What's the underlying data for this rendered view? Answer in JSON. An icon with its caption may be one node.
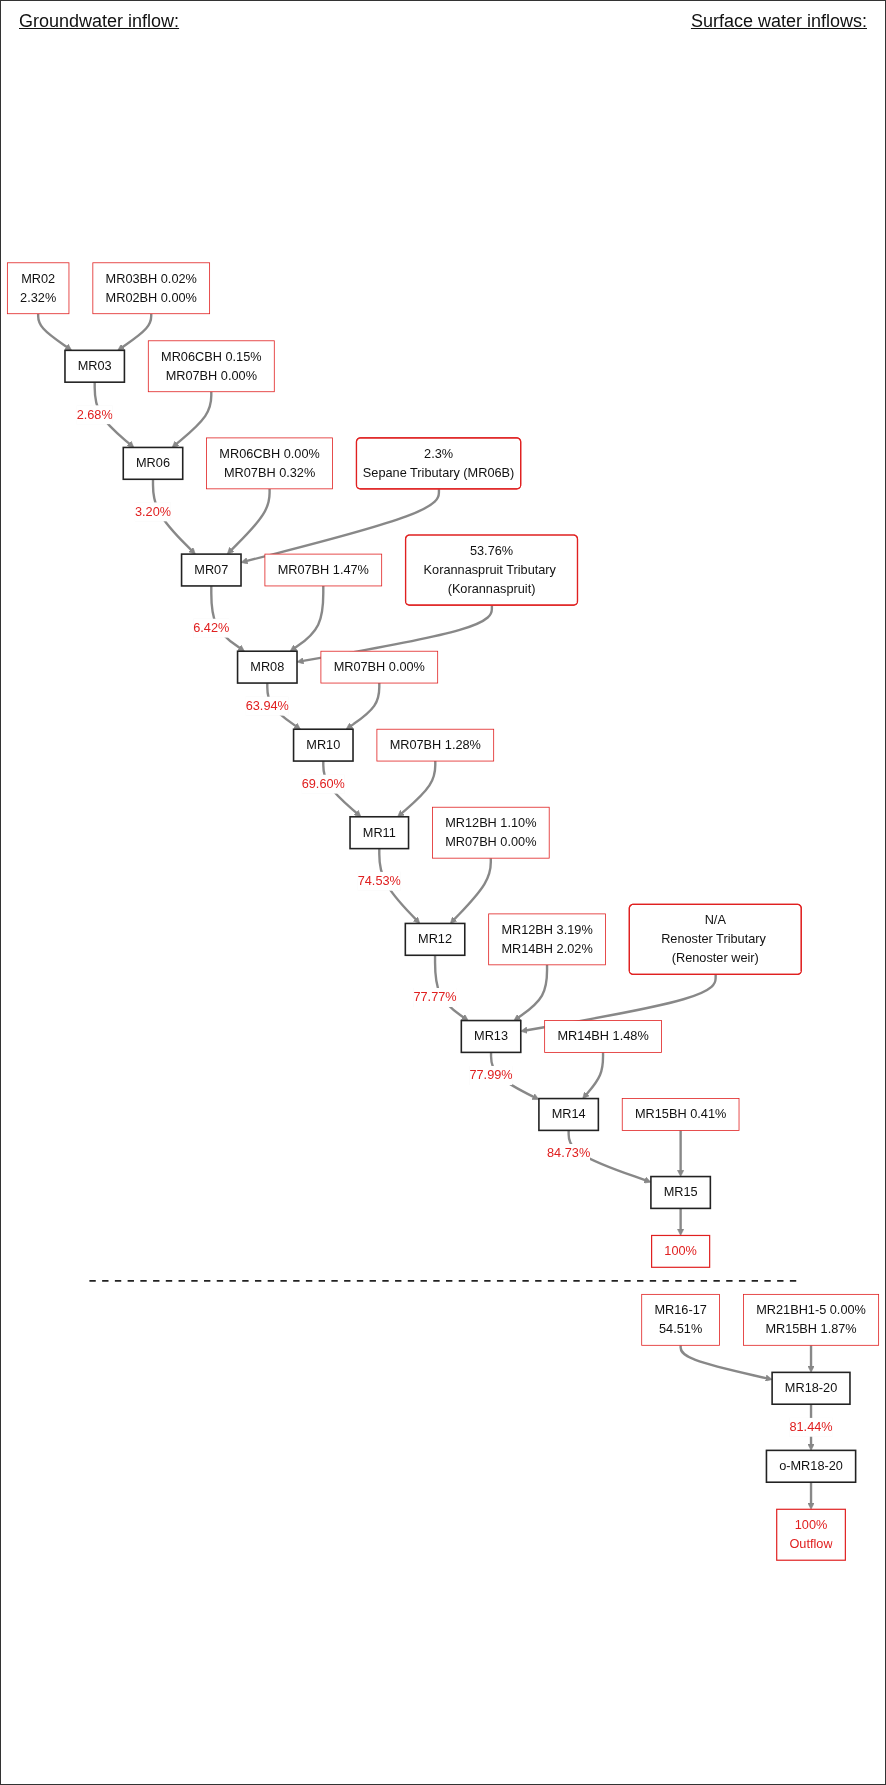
{
  "diagram": {
    "nodes": [
      {
        "text": [
          "MR02",
          "2.32%"
        ]
      },
      {
        "text": [
          "MR03BH",
          "0.02%",
          "MR02BH",
          "0.00%"
        ]
      },
      {
        "text": [
          "MR03"
        ]
      },
      {
        "text": [
          "MR06CBH",
          "0.15%",
          "MR07BH",
          "0.00%"
        ]
      },
      {
        "text": [
          "MR06"
        ]
      },
      {
        "text": [
          "MR06CBH",
          "0.00%",
          "MR07BH",
          "0.32%"
        ]
      },
      {
        "text": [
          "MR07"
        ]
      },
      {
        "text": [
          "2.3%",
          "Sepane Tributary (MR06B)"
        ]
      },
      {
        "text": [
          "MR07BH",
          "1.47%"
        ]
      },
      {
        "text": [
          "MR08"
        ]
      },
      {
        "text": [
          "53.76%",
          "Korannaspruit Tributary (Korannaspruit)"
        ]
      },
      {
        "text": [
          "MR07BH",
          "0.00%"
        ]
      },
      {
        "text": [
          "MR10"
        ]
      },
      {
        "text": [
          "MR07BH",
          "1.28%"
        ]
      },
      {
        "text": [
          "MR11"
        ]
      },
      {
        "text": [
          "MR12BH",
          "1.10%",
          "MR07BH",
          "0.00%"
        ]
      },
      {
        "text": [
          "MR12"
        ]
      },
      {
        "text": [
          "MR12BH",
          "3.19%",
          "MR14BH",
          "2.02%"
        ]
      },
      {
        "text": [
          "MR13"
        ]
      },
      {
        "text": [
          "N/A",
          "Renoster Tributary (Renoster weir)"
        ]
      },
      {
        "text": [
          "MR14BH",
          "1.48%"
        ]
      },
      {
        "text": [
          "MR14"
        ]
      },
      {
        "text": [
          "MR15BH",
          "0.41%"
        ]
      },
      {
        "text": [
          "MR15"
        ]
      },
      {
        "text": [
          "100%"
        ]
      },
      {
        "text": [
          "MR16-17",
          "54.51%"
        ]
      },
      {
        "text": [
          "MR21BH1-5",
          "0.00%",
          "MR15BH",
          "1.87%"
        ]
      },
      {
        "text": [
          "MR18-20"
        ]
      },
      {
        "text": [
          "o-MR18-20"
        ]
      },
      {
        "text": [
          "100%",
          "Outflow"
        ]
      }
    ],
    "edges": [
      {
        "from": 0,
        "to": 2,
        "arrow": "to"
      },
      {
        "from": 1,
        "to": 2,
        "arrow": "to"
      },
      {
        "from": 2,
        "to": 4,
        "arrow": "to",
        "label": "2.68%"
      },
      {
        "from": 3,
        "to": 4,
        "arrow": "to"
      },
      {
        "from": 4,
        "to": 6,
        "arrow": "to",
        "label": "3.20%"
      },
      {
        "from": 5,
        "to": 6,
        "arrow": "to"
      },
      {
        "from": 7,
        "to": 6,
        "arrow": "to"
      },
      {
        "from": 6,
        "to": 9,
        "arrow": "to",
        "label": "6.42%"
      },
      {
        "from": 8,
        "to": 9,
        "arrow": "to"
      },
      {
        "from": 10,
        "to": 9,
        "arrow": "to"
      },
      {
        "from": 9,
        "to": 12,
        "arrow": "to",
        "label": "63.94%"
      },
      {
        "from": 11,
        "to": 12,
        "arrow": "to"
      },
      {
        "from": 12,
        "to": 14,
        "arrow": "to",
        "label": "69.60%"
      },
      {
        "from": 13,
        "to": 14,
        "arrow": "to"
      },
      {
        "from": 14,
        "to": 16,
        "arrow": "to",
        "label": "74.53%"
      },
      {
        "from": 15,
        "to": 16,
        "arrow": "to"
      },
      {
        "from": 16,
        "to": 18,
        "arrow": "to",
        "label": "77.77%"
      },
      {
        "from": 17,
        "to": 18,
        "arrow": "to"
      },
      {
        "from": 19,
        "to": 18,
        "arrow": "to"
      },
      {
        "from": 18,
        "to": 21,
        "arrow": "to",
        "label": "77.99%"
      },
      {
        "from": 20,
        "to": 21,
        "arrow": "to"
      },
      {
        "from": 21,
        "to": 23,
        "arrow": "to",
        "label": "84.73%"
      },
      {
        "from": 22,
        "to": 23,
        "arrow": "to"
      },
      {
        "from": 23,
        "to": 24,
        "arrow": "to"
      },
      {
        "from": 25,
        "to": 27,
        "arrow": "to"
      },
      {
        "from": 26,
        "to": 27,
        "arrow": "to"
      },
      {
        "from": 27,
        "to": 28,
        "arrow": "to",
        "label": "81.44%"
      },
      {
        "from": 28,
        "to": 29,
        "arrow": "to"
      }
    ],
    "labels": [
      "Groundwater inflow:",
      "Surface water inflows:"
    ]
  }
}
